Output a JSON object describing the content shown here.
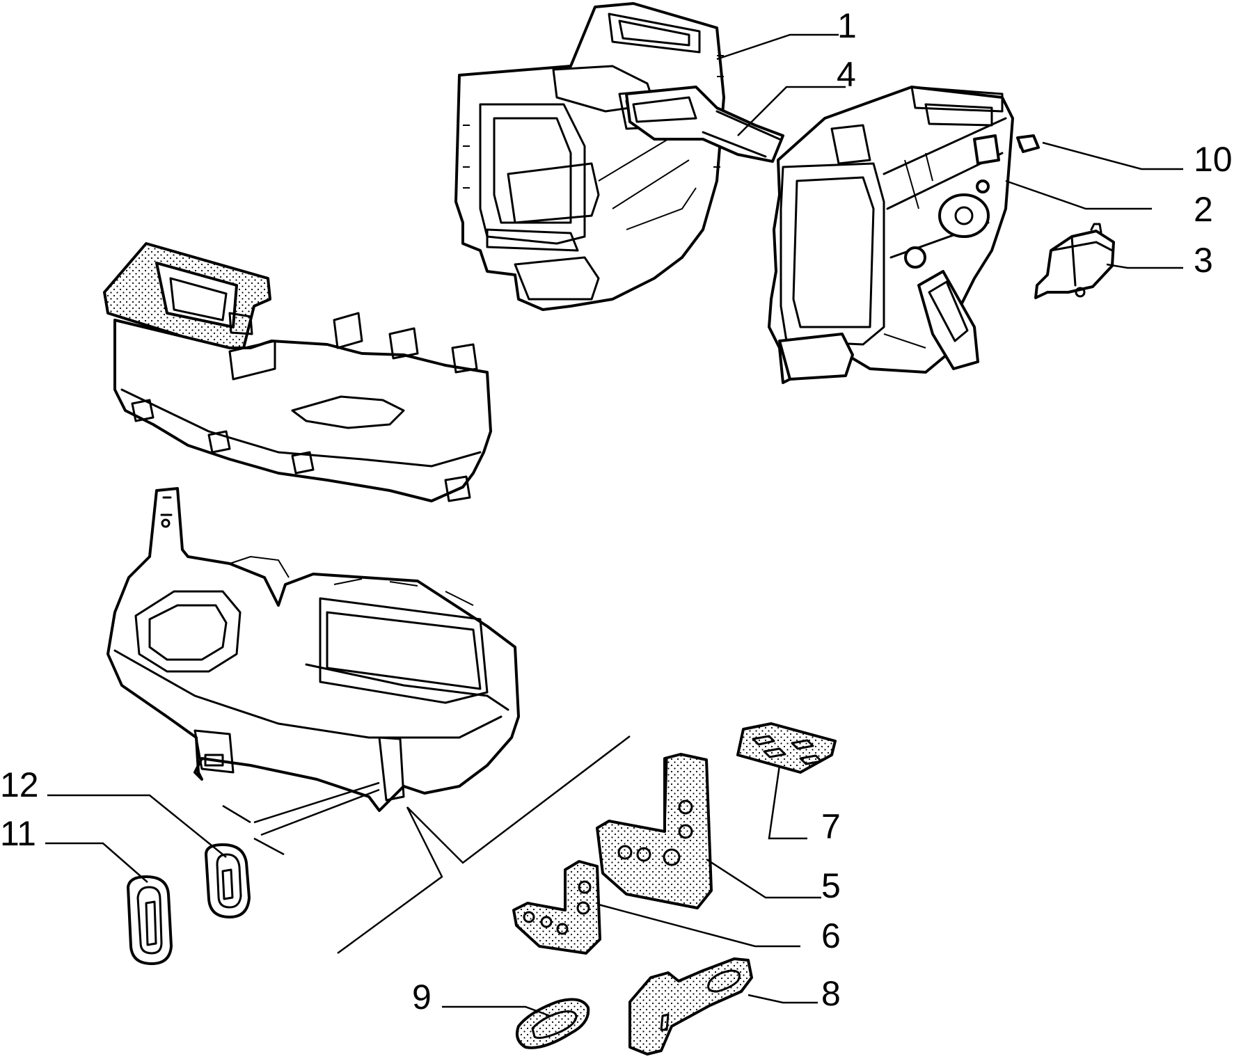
{
  "diagram": {
    "callouts": [
      {
        "id": "1",
        "text": "1"
      },
      {
        "id": "2",
        "text": "2"
      },
      {
        "id": "3",
        "text": "3"
      },
      {
        "id": "4",
        "text": "4"
      },
      {
        "id": "5",
        "text": "5"
      },
      {
        "id": "6",
        "text": "6"
      },
      {
        "id": "7",
        "text": "7"
      },
      {
        "id": "8",
        "text": "8"
      },
      {
        "id": "9",
        "text": "9"
      },
      {
        "id": "10",
        "text": "10"
      },
      {
        "id": "11",
        "text": "11"
      },
      {
        "id": "12",
        "text": "12"
      }
    ],
    "line_color": "#000000",
    "background_color": "#ffffff"
  }
}
